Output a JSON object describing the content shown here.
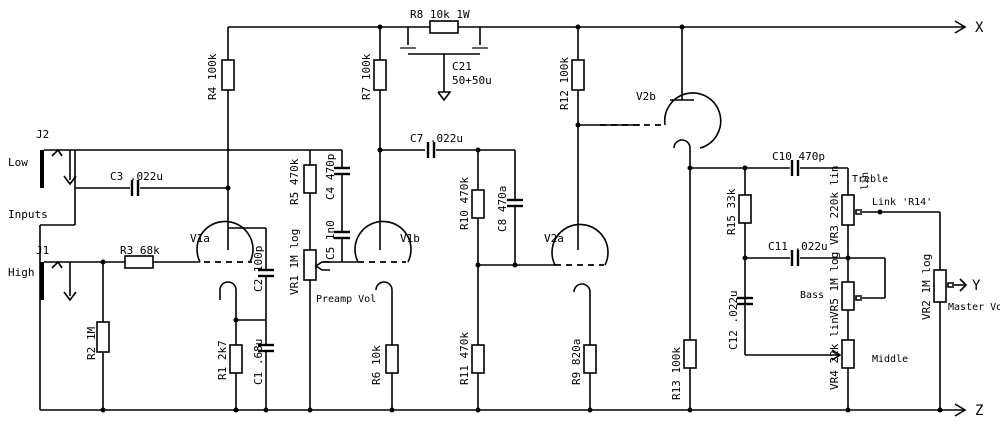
{
  "rails": {
    "x": "X",
    "y": "Y",
    "z": "Z"
  },
  "inputs": {
    "title": "Inputs",
    "low": "Low",
    "high": "High",
    "j1": "J1",
    "j2": "J2"
  },
  "components": {
    "R1": "R1 2k7",
    "R2": "R2 1M",
    "R3": "R3 68k",
    "R4": "R4 100k",
    "R5": "R5 470k",
    "R6": "R6 10k",
    "R7": "R7 100k",
    "R8": "R8 10k 1W",
    "R9": "R9 820a",
    "R10": "R10 470k",
    "R11": "R11 470k",
    "R12": "R12 100k",
    "R13": "R13 100k",
    "R15": "R15 33k",
    "C1": "C1 .68u",
    "C2": "C2 100p",
    "C3": "C3 .022u",
    "C4": "C4 470p",
    "C5": "C5 1n0",
    "C7": "C7 .022u",
    "C8": "C8 470a",
    "C10": "C10 470p",
    "C11": "C11 .022u",
    "C12": "C12 .022u",
    "C21": "C21",
    "C21_value": "50+50u",
    "VR1": "VR1 1M log",
    "VR2": "VR2 1M log",
    "VR3": "VR3 220k lin",
    "VR4": "VR4 22k lin",
    "VR5": "VR5 1M log"
  },
  "tubes": {
    "v1a": "V1a",
    "v1b": "V1b",
    "v2a": "V2a",
    "v2b": "V2b"
  },
  "controls": {
    "preamp_vol": "Preamp Vol",
    "treble": "Treble",
    "bass": "Bass",
    "middle": "Middle",
    "master_vol": "Master Vol",
    "link": "Link 'R14'"
  }
}
